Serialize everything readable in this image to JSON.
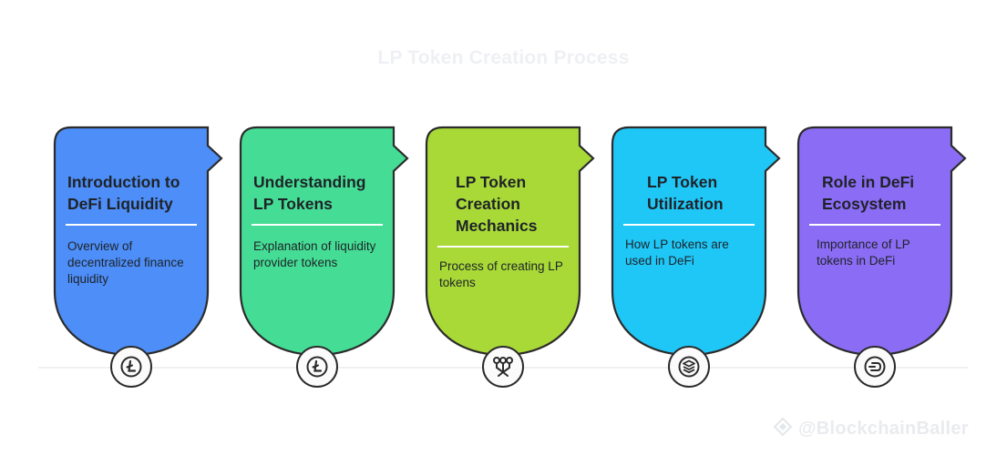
{
  "title": "LP Token Creation Process",
  "watermark": "@BlockchainBaller",
  "steps": [
    {
      "heading": "Introduction to DeFi Liquidity",
      "description": "Overview of decentralized finance liquidity",
      "color": "#4d8ef8",
      "icon": "litecoin-icon"
    },
    {
      "heading": "Understanding LP Tokens",
      "description": "Explanation of liquidity provider tokens",
      "color": "#45dd95",
      "icon": "litecoin-icon"
    },
    {
      "heading": "LP Token Creation Mechanics",
      "description": "Process of creating LP tokens",
      "color": "#a8d937",
      "icon": "network-nodes-icon"
    },
    {
      "heading": "LP Token Utilization",
      "description": "How LP tokens are used in DeFi",
      "color": "#1fc7f7",
      "icon": "layers-stack-icon"
    },
    {
      "heading": "Role in DeFi Ecosystem",
      "description": "Importance of LP tokens in DeFi",
      "color": "#8b6cf4",
      "icon": "dash-coin-icon"
    }
  ]
}
